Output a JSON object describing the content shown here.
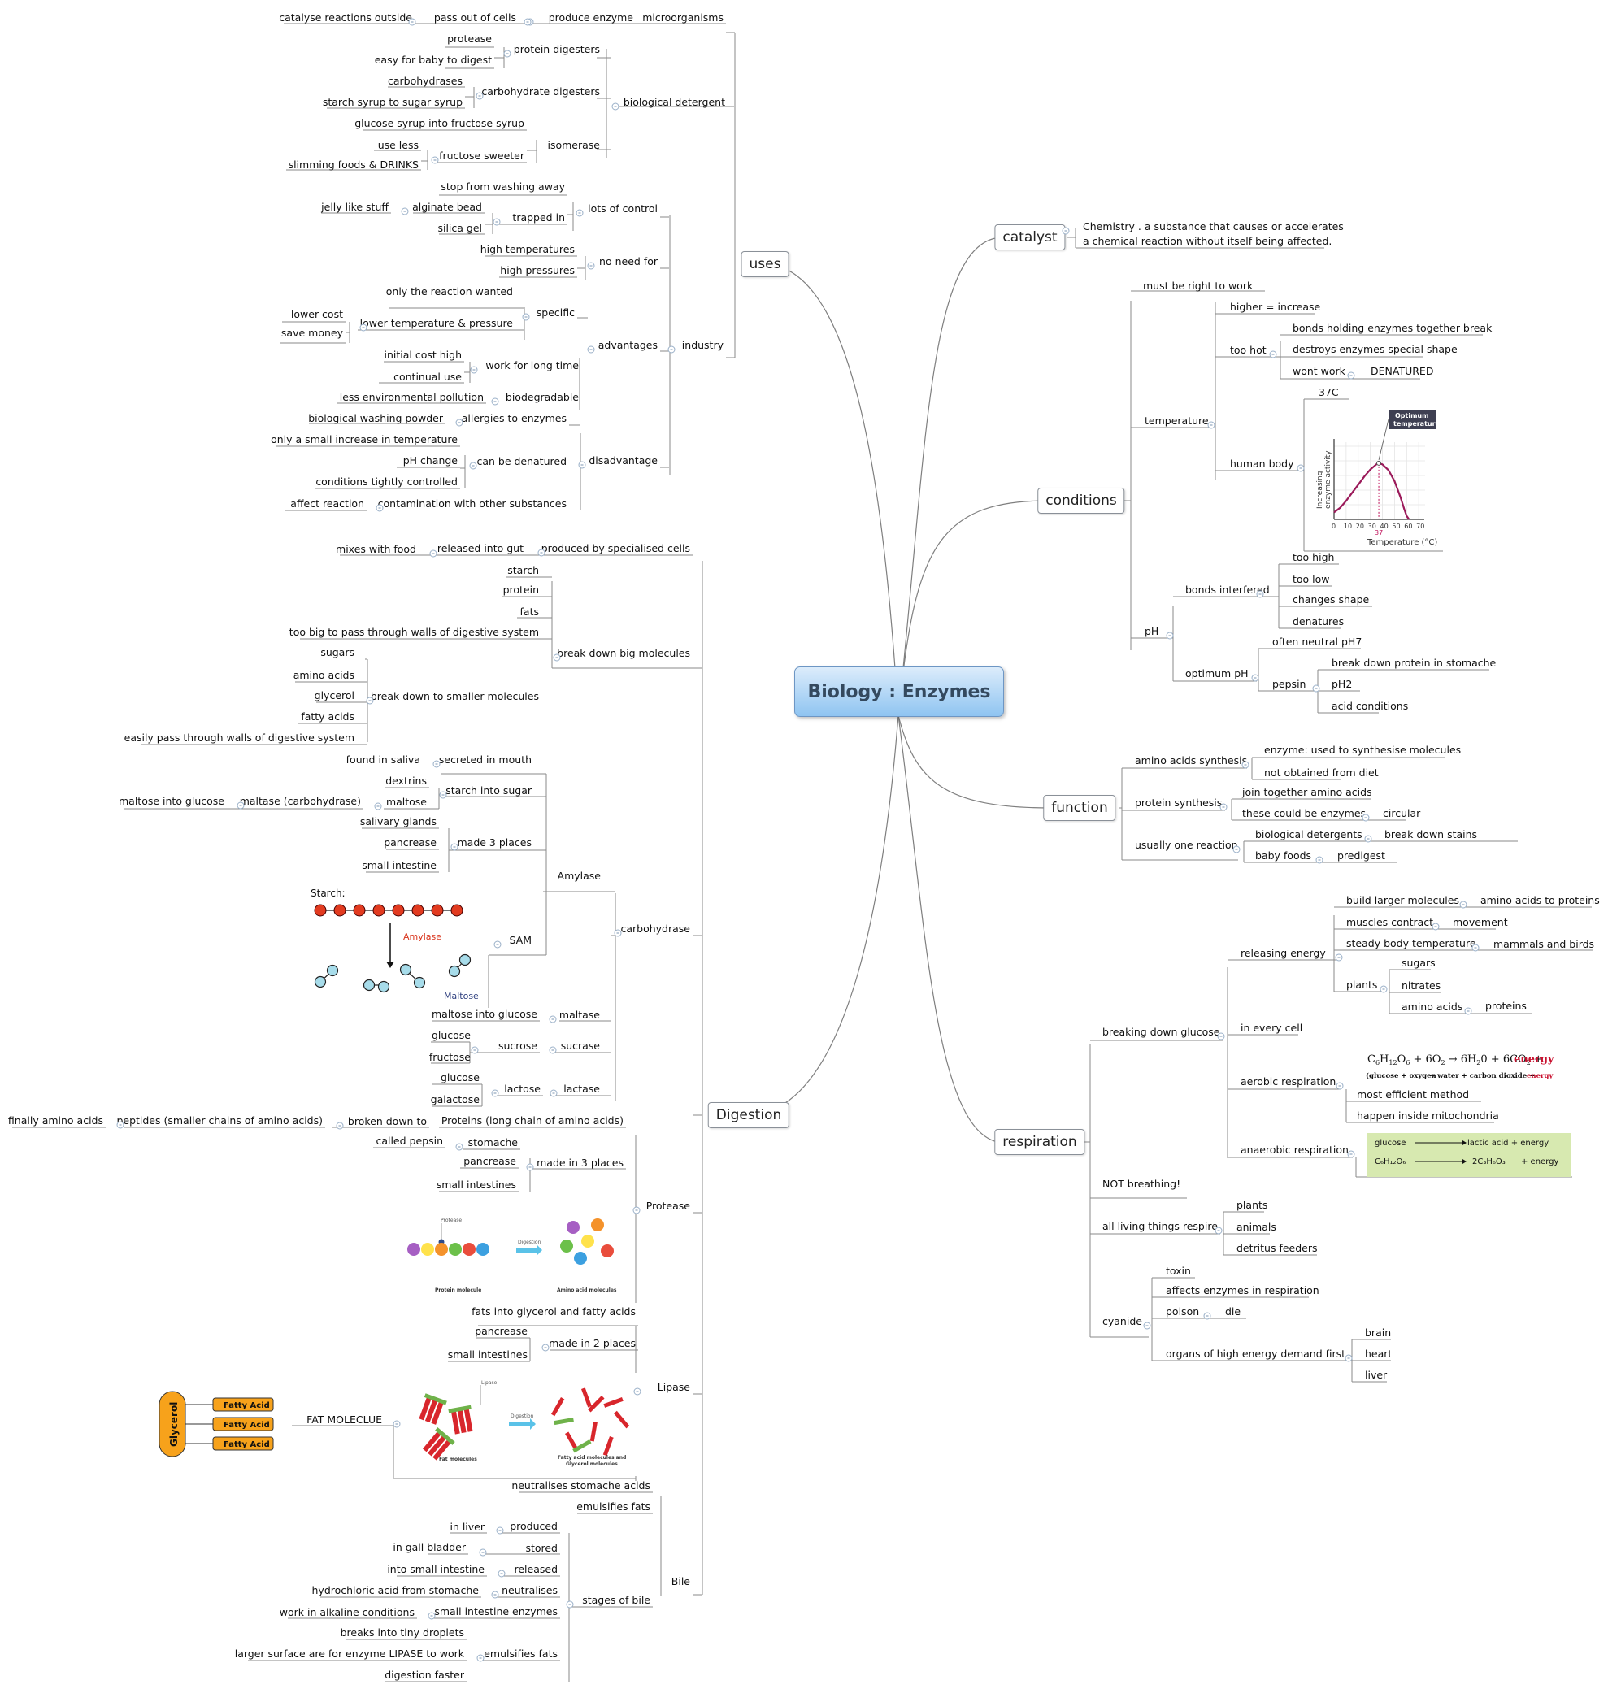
{
  "title": "Biology : Enzymes",
  "main_topics": {
    "uses": "uses",
    "catalyst": "catalyst",
    "conditions": "conditions",
    "function": "function",
    "digestion": "Digestion",
    "respiration": "respiration"
  },
  "uses": {
    "microorganisms": "microorganisms",
    "produce_enzyme": "produce enzyme",
    "pass_out": "pass out of cells",
    "catalyse": "catalyse reactions outside",
    "bio_detergent": "biological detergent",
    "protein_digesters": "protein digesters",
    "protease": "protease",
    "easy_baby": "easy for baby to digest",
    "carb_digesters": "carbohydrate digesters",
    "carbohydrases": "carbohydrases",
    "starch_syrup": "starch syrup to sugar syrup",
    "isomerase": "isomerase",
    "glucose_fructose": "glucose syrup into fructose syrup",
    "fructose_sweeter": "fructose sweeter",
    "use_less": "use less",
    "slimming": "slimming foods & DRINKS",
    "industry": "industry",
    "advantages": "advantages",
    "lots_control": "lots of control",
    "stop_washing": "stop from washing away",
    "trapped_in": "trapped in",
    "alginate": "alginate bead",
    "jelly": "jelly like stuff",
    "silica": "silica gel",
    "no_need": "no need for",
    "high_temps": "high temperatures",
    "high_pressures": "high pressures",
    "specific": "specific",
    "only_reaction": "only the reaction wanted",
    "lower_temp": "lower temperature & pressure",
    "lower_cost": "lower cost",
    "save_money": "save money",
    "work_long": "work for long time",
    "initial_cost": "initial cost high",
    "continual": "continual use",
    "biodegradable": "biodegradable",
    "less_pollution": "less environmental pollution",
    "disadvantage": "disadvantage",
    "allergies": "allergies to enzymes",
    "bio_powder": "biological washing powder",
    "small_increase": "only a small increase in temperature",
    "can_denatured": "can be denatured",
    "ph_change": "pH change",
    "cond_controlled": "conditions tightly controlled",
    "contamination": "contamination with other substances",
    "affect_reaction": "affect reaction"
  },
  "catalyst": {
    "definition_1": "Chemistry . a substance that causes or accelerates",
    "definition_2": "a chemical reaction without itself being affected."
  },
  "conditions": {
    "must_right": "must be right to work",
    "temperature": "temperature",
    "higher": "higher = increase",
    "too_hot": "too hot",
    "bonds_break": "bonds holding enzymes together break",
    "destroys": "destroys enzymes special shape",
    "wont_work": "wont work",
    "denatured": "DENATURED",
    "human_body": "human body",
    "temp_37": "37C",
    "ph": "pH",
    "bonds_interfered": "bonds interfered",
    "too_high": "too high",
    "too_low": "too low",
    "changes_shape": "changes shape",
    "denatures": "denatures",
    "optimum_ph": "optimum pH",
    "often_neutral": "often neutral pH7",
    "pepsin": "pepsin",
    "break_protein": "break down protein in stomache",
    "ph2": "pH2",
    "acid_conditions": "acid conditions"
  },
  "temperature_chart": {
    "callout_1": "Optimum",
    "callout_2": "temperature",
    "ylabel_1": "Increasing",
    "ylabel_2": "enzyme activity",
    "xlabel": "Temperature (°C)",
    "xticks": [
      "0",
      "10",
      "20",
      "30",
      "40",
      "50",
      "60",
      "70"
    ],
    "optimum_label": "37"
  },
  "chart_data": {
    "type": "line",
    "title": "",
    "xlabel": "Temperature (°C)",
    "ylabel": "Increasing enzyme activity",
    "xlim": [
      0,
      70
    ],
    "x": [
      0,
      5,
      10,
      15,
      20,
      25,
      30,
      35,
      37,
      40,
      45,
      50,
      55,
      58,
      60,
      62
    ],
    "y": [
      0.12,
      0.2,
      0.32,
      0.46,
      0.6,
      0.74,
      0.86,
      0.95,
      0.97,
      0.95,
      0.85,
      0.66,
      0.38,
      0.18,
      0.06,
      0
    ],
    "annotation": "Optimum temperature",
    "marker_x": 37,
    "grid": true
  },
  "function": {
    "amino_synthesis": "amino acids synthesis",
    "enzyme_used": "enzyme: used to synthesise molecules",
    "not_diet": "not obtained from diet",
    "protein_synthesis": "protein synthesis",
    "join_amino": "join together amino acids",
    "could_be_enzymes": "these could be enzymes",
    "circular": "circular",
    "usually_one": "usually one reaction",
    "bio_detergents": "biological detergents",
    "break_stains": "break down stains",
    "baby_foods": "baby foods",
    "predigest": "predigest"
  },
  "respiration": {
    "breaking_glucose": "breaking down glucose",
    "releasing": "releasing energy",
    "build_larger": "build larger molecules",
    "amino_proteins": "amino acids to proteins",
    "muscles": "muscles contract",
    "movement": "movement",
    "steady_temp": "steady body temperature",
    "mammals": "mammals and birds",
    "plants": "plants",
    "sugars": "sugars",
    "nitrates": "nitrates",
    "amino_acids": "amino acids",
    "proteins": "proteins",
    "every_cell": "in every cell",
    "aerobic": "aerobic respiration",
    "most_efficient": "most efficient method",
    "mitochondria": "happen inside mitochondria",
    "anaerobic": "anaerobic respiration",
    "not_breathing": "NOT breathing!",
    "all_living": "all living things respire",
    "plants2": "plants",
    "animals": "animals",
    "detritus": "detritus feeders",
    "cyanide": "cyanide",
    "toxin": "toxin",
    "affects_enzymes": "affects enzymes in respiration",
    "poison": "poison",
    "die": "die",
    "organs": "organs of high energy demand first",
    "brain": "brain",
    "heart": "heart",
    "liver": "liver",
    "aerobic_eq_caption_1": "(glucose + oxygen",
    "aerobic_eq_caption_2": "→ water + carbon dioxide +",
    "energy": "energy",
    "anaerobic_glucose": "glucose",
    "anaerobic_lactic": "lactic acid + energy",
    "anaerobic_c6": "C₆H₁₂O₆",
    "anaerobic_c3": "2C₃H₆O₃",
    "anaerobic_energy": "+ energy"
  },
  "digestion": {
    "produced_by": "produced by specialised cells",
    "released_gut": "released into gut",
    "mixes_food": "mixes with food",
    "break_big": "break down big molecules",
    "starch": "starch",
    "protein": "protein",
    "fats": "fats",
    "too_big": "too big to pass through walls of digestive system",
    "break_smaller": "break down to smaller molecules",
    "sugars": "sugars",
    "amino": "amino acids",
    "glycerol": "glycerol",
    "fatty": "fatty acids",
    "easily_pass": "easily pass through walls of digestive system",
    "carbohydrase": "carbohydrase",
    "amylase": "Amylase",
    "secreted": "secreted in mouth",
    "found_saliva": "found in saliva",
    "starch_sugar": "starch into sugar",
    "dextrins": "dextrins",
    "maltose": "maltose",
    "maltase_carb": "maltase (carbohydrase)",
    "maltose_glucose": "maltose into glucose",
    "made3": "made 3 places",
    "salivary": "salivary glands",
    "pancrease": "pancrease",
    "small_int": "small intestine",
    "sam": "SAM",
    "maltase": "maltase",
    "maltose_glucose2": "maltose into glucose",
    "sucrase": "sucrase",
    "sucrose": "sucrose",
    "glucose": "glucose",
    "fructose": "fructose",
    "lactase": "lactase",
    "lactose": "lactose",
    "glucose2": "glucose",
    "galactose": "galactose",
    "protease": "Protease",
    "proteins_long": "Proteins (long chain of amino acids)",
    "broken_down": "broken down to",
    "peptides": "peptides (smaller chains of amino acids)",
    "finally_amino": "finally amino acids",
    "stomache": "stomache",
    "called_pepsin": "called pepsin",
    "made3b": "made in 3 places",
    "pancrease2": "pancrease",
    "small_int2": "small intestines",
    "lipase": "Lipase",
    "fats_glycerol": "fats into glycerol and fatty acids",
    "made2": "made in 2 places",
    "pancrease3": "pancrease",
    "small_int3": "small intestines",
    "fat_molecule": "FAT MOLECLUE",
    "bile": "Bile",
    "neutralises_acid": "neutralises stomache acids",
    "emulsifies": "emulsifies fats",
    "stages": "stages of bile",
    "produced": "produced",
    "in_liver": "in liver",
    "stored": "stored",
    "gall": "in gall bladder",
    "released": "released",
    "into_small": "into small intestine",
    "neutralises": "neutralises",
    "hydrochloric": "hydrochloric acid from stomache",
    "small_enzymes": "small intestine enzymes",
    "alkaline": "work in alkaline conditions",
    "emulsifies2": "emulsifies fats",
    "tiny": "breaks into tiny droplets",
    "larger_surface": "larger surface are for enzyme LIPASE to work",
    "faster": "digestion faster"
  },
  "images": {
    "starch_title": "Starch:",
    "amylase_word": "Amylase",
    "maltose_word": "Maltose",
    "protease_label": "Protease",
    "digestion_label": "Digestion",
    "protein_molecule": "Protein molecule",
    "amino_molecules": "Amino acid molecules",
    "lipase_label": "Lipase",
    "digestion_label2": "Digestion",
    "fat_molecules": "Fat molecules",
    "fatty_glycerol_1": "Fatty acid molecules and",
    "fatty_glycerol_2": "Glycerol molecules",
    "glycerol_word": "Glycerol",
    "fatty_acid": "Fatty Acid"
  },
  "colors": {
    "line": "#7f7f7f",
    "root_top": "#dcecfb",
    "root_bottom": "#8fc4f1",
    "curve": "#9b1a5a",
    "orange": "#f7a21b",
    "green_box": "#d7e9b0"
  }
}
